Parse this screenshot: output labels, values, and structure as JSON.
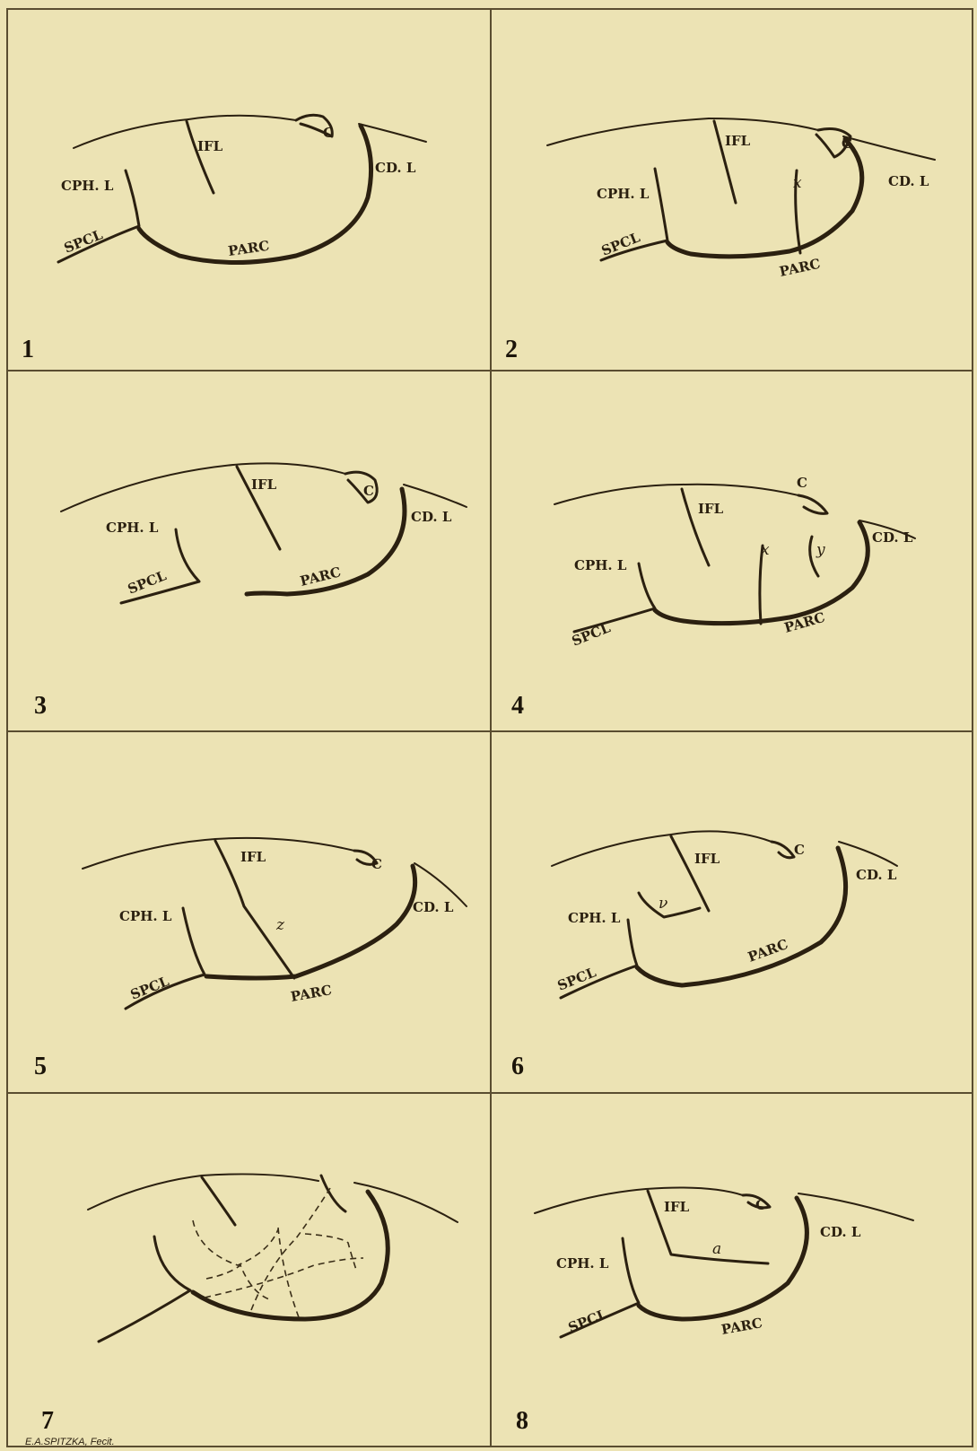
{
  "signature": "E.A.SPITZKA, Fecit.",
  "panels": [
    {
      "number": "1",
      "labels": {
        "ifl": "IFL",
        "c": "C",
        "cdl": "CD. L",
        "cphl": "CPH. L",
        "spcl": "SPCL",
        "parc": "PARC"
      }
    },
    {
      "number": "2",
      "labels": {
        "ifl": "IFL",
        "c": "C",
        "cdl": "CD. L",
        "cphl": "CPH. L",
        "spcl": "SPCL",
        "parc": "PARC",
        "x": "x"
      }
    },
    {
      "number": "3",
      "labels": {
        "ifl": "IFL",
        "c": "C",
        "cdl": "CD. L",
        "cphl": "CPH. L",
        "spcl": "SPCL",
        "parc": "PARC"
      }
    },
    {
      "number": "4",
      "labels": {
        "ifl": "IFL",
        "c": "C",
        "cdl": "CD. L",
        "cphl": "CPH. L",
        "spcl": "SPCL",
        "parc": "PARC",
        "x": "x",
        "y": "y"
      }
    },
    {
      "number": "5",
      "labels": {
        "ifl": "IFL",
        "c": "C",
        "cdl": "CD. L",
        "cphl": "CPH. L",
        "spcl": "SPCL",
        "parc": "PARC",
        "z": "z"
      }
    },
    {
      "number": "6",
      "labels": {
        "ifl": "IFL",
        "c": "C",
        "cdl": "CD. L",
        "cphl": "CPH. L",
        "spcl": "SPCL",
        "parc": "PARC",
        "nu": "ν"
      }
    },
    {
      "number": "7",
      "labels": {}
    },
    {
      "number": "8",
      "labels": {
        "ifl": "IFL",
        "c": "C",
        "cdl": "CD. L",
        "cphl": "CPH. L",
        "spcl": "SPCL",
        "parc": "PARC",
        "a": "a"
      }
    }
  ]
}
